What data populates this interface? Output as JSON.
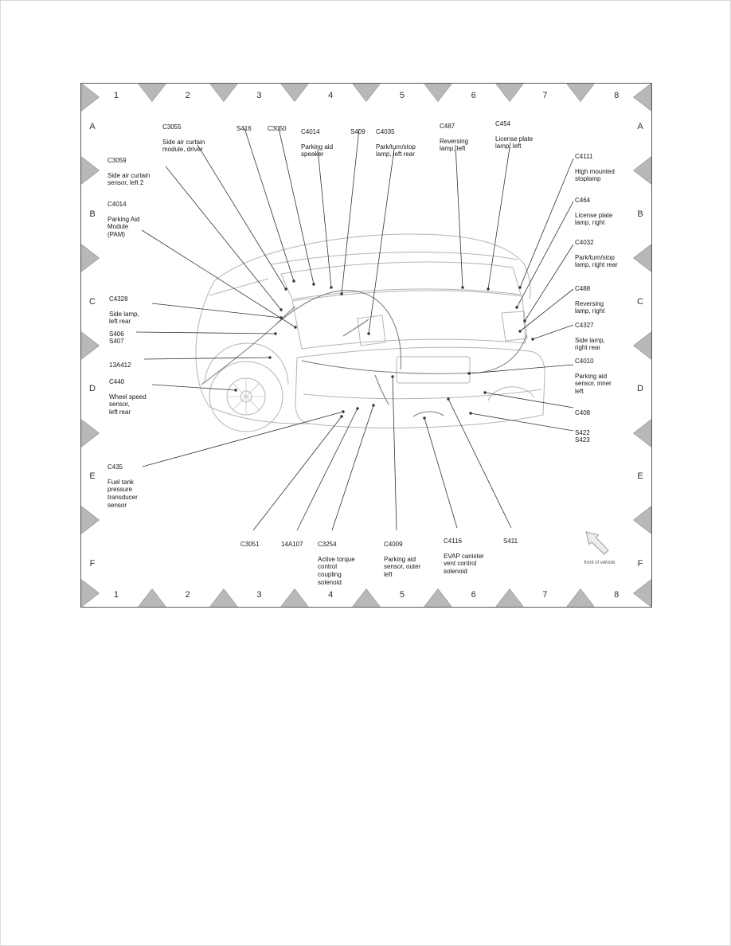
{
  "grid": {
    "columns": [
      "1",
      "2",
      "3",
      "4",
      "5",
      "6",
      "7",
      "8"
    ],
    "rows": [
      "A",
      "B",
      "C",
      "D",
      "E",
      "F"
    ]
  },
  "labels": [
    {
      "code": "C3055",
      "desc": "Side air curtain\nmodule, driver"
    },
    {
      "code": "S416"
    },
    {
      "code": "C3050"
    },
    {
      "code": "C4014",
      "desc": "Parking aid\nspeaker"
    },
    {
      "code": "S409"
    },
    {
      "code": "C4035",
      "desc": "Park/turn/stop\nlamp, left rear"
    },
    {
      "code": "C487",
      "desc": "Reversing\nlamp, left"
    },
    {
      "code": "C454",
      "desc": "License plate\nlamp, left"
    },
    {
      "code": "C3059",
      "desc": "Side air curtain\nsensor, left 2"
    },
    {
      "code": "C4014",
      "desc": "Parking Aid\nModule\n(PAM)"
    },
    {
      "code": "C4328",
      "desc": "Side lamp,\nleft rear"
    },
    {
      "code": "S406\nS407"
    },
    {
      "code": "13A412"
    },
    {
      "code": "C440",
      "desc": "Wheel speed\nsensor,\nleft rear"
    },
    {
      "code": "C435",
      "desc": "Fuel tank\npressure\ntransducer\nsensor"
    },
    {
      "code": "C4111",
      "desc": "High mounted\nstoplamp"
    },
    {
      "code": "C464",
      "desc": "License plate\nlamp, right"
    },
    {
      "code": "C4032",
      "desc": "Park/turn/stop\nlamp, right rear"
    },
    {
      "code": "C488",
      "desc": "Reversing\nlamp, right"
    },
    {
      "code": "C4327",
      "desc": "Side lamp,\nright rear"
    },
    {
      "code": "C4010",
      "desc": "Parking aid\nsensor, inner\nleft"
    },
    {
      "code": "C408"
    },
    {
      "code": "S422\nS423"
    },
    {
      "code": "C3051"
    },
    {
      "code": "14A107"
    },
    {
      "code": "C3254",
      "desc": "Active torque\ncontrol\ncoupling\nsolenoid"
    },
    {
      "code": "C4009",
      "desc": "Parking aid\nsensor, outer\nleft"
    },
    {
      "code": "C4116",
      "desc": "EVAP canister\nvent control\nsolenoid"
    },
    {
      "code": "S411"
    }
  ],
  "annotations": {
    "front_of_vehicle": "front of vehicle"
  }
}
